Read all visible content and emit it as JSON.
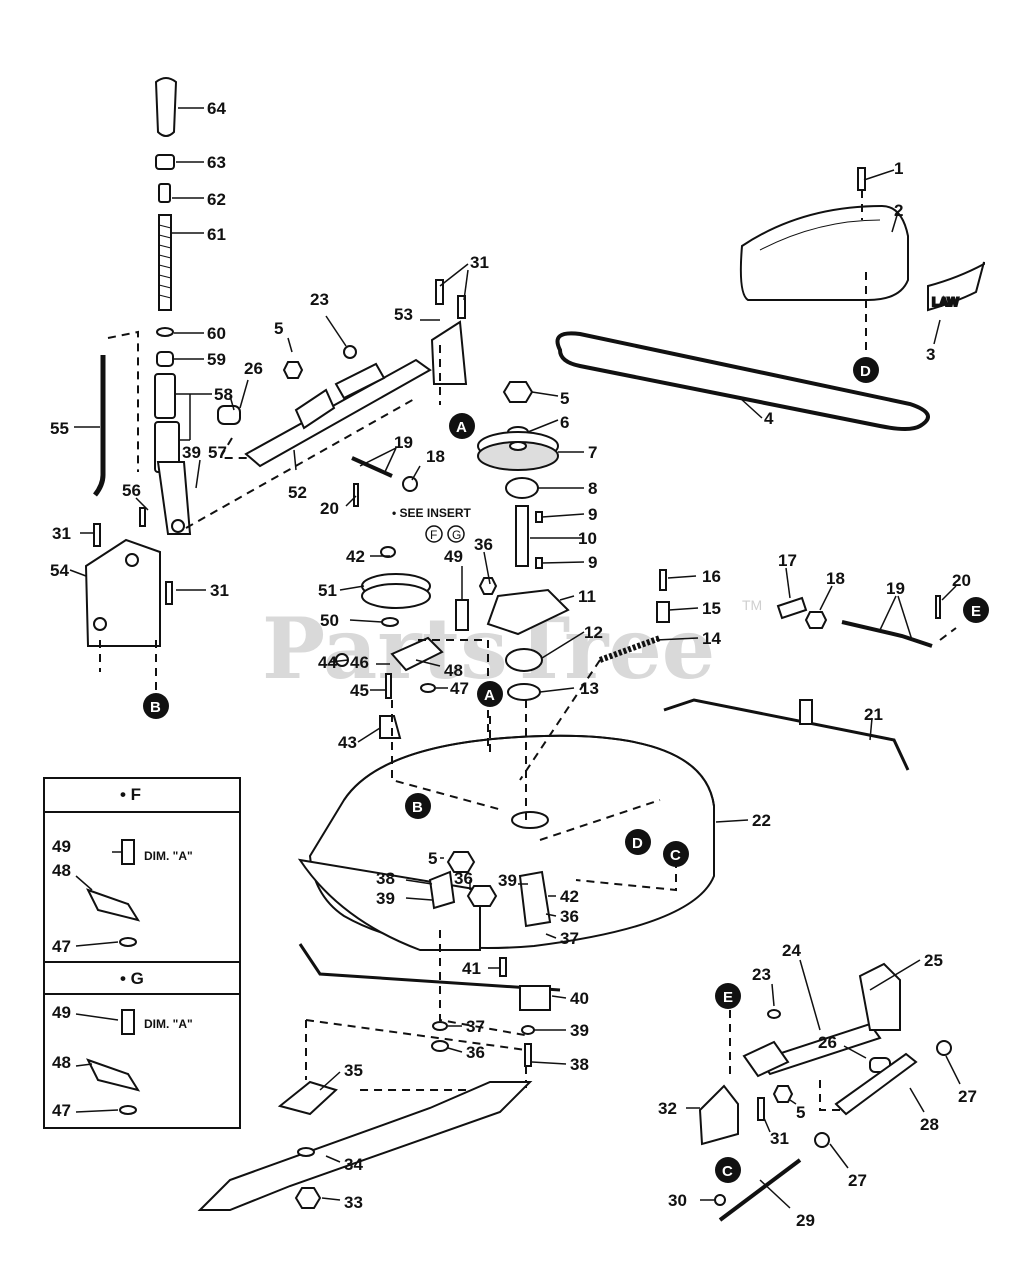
{
  "watermark": {
    "text": "PartsTree",
    "tm": "TM"
  },
  "see_insert": "• SEE INSERT",
  "insert_ref_letters": [
    "F",
    "G"
  ],
  "insert_panel": {
    "top_title": "• F",
    "bottom_title": "• G",
    "dim_label": "DIM. \"A\"",
    "top_part_labels": [
      "49",
      "48",
      "47"
    ],
    "bottom_part_labels": [
      "49",
      "48",
      "47"
    ]
  },
  "callout_letters": {
    "A_upper": "A",
    "A_lower": "A",
    "B_upper": "B",
    "B_lower": "B",
    "C_upper": "C",
    "C_lower": "C",
    "D_upper": "D",
    "D_lower": "D",
    "E_upper": "E",
    "E_lower": "E"
  },
  "cover_badge_text": "LAW",
  "part_labels": {
    "p1": "1",
    "p2": "2",
    "p3": "3",
    "p4": "4",
    "p5a": "5",
    "p5b": "5",
    "p5c": "5",
    "p5d": "5",
    "p6": "6",
    "p7": "7",
    "p8": "8",
    "p9a": "9",
    "p9b": "9",
    "p10": "10",
    "p11": "11",
    "p12": "12",
    "p13": "13",
    "p14": "14",
    "p15": "15",
    "p16": "16",
    "p17": "17",
    "p18a": "18",
    "p18b": "18",
    "p19a": "19",
    "p19b": "19",
    "p20a": "20",
    "p20b": "20",
    "p21": "21",
    "p22": "22",
    "p23a": "23",
    "p23b": "23",
    "p24": "24",
    "p25": "25",
    "p26a": "26",
    "p26b": "26",
    "p27a": "27",
    "p27b": "27",
    "p28": "28",
    "p29": "29",
    "p30": "30",
    "p31a": "31",
    "p31b": "31",
    "p31c": "31",
    "p31d": "31",
    "p32": "32",
    "p33": "33",
    "p34": "34",
    "p35": "35",
    "p36a": "36",
    "p36b": "36",
    "p36c": "36",
    "p36d": "36",
    "p37a": "37",
    "p37b": "37",
    "p38a": "38",
    "p38b": "38",
    "p39a": "39",
    "p39b": "39",
    "p39c": "39",
    "p39d": "39",
    "p40": "40",
    "p41": "41",
    "p42a": "42",
    "p42b": "42",
    "p43": "43",
    "p44": "44",
    "p45": "45",
    "p46": "46",
    "p47": "47",
    "p48": "48",
    "p49": "49",
    "p50": "50",
    "p51": "51",
    "p52": "52",
    "p53": "53",
    "p54": "54",
    "p55": "55",
    "p56": "56",
    "p57": "57",
    "p58": "58",
    "p59": "59",
    "p60": "60",
    "p61": "61",
    "p62": "62",
    "p63": "63",
    "p64": "64"
  }
}
